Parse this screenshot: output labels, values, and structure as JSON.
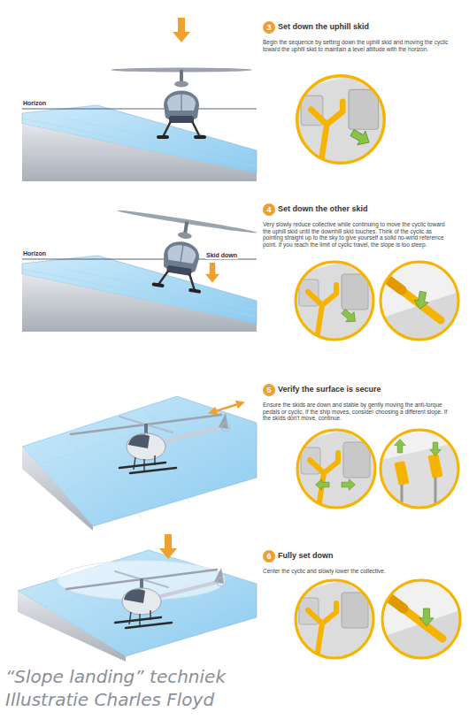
{
  "diagram": {
    "caption": "“Slope landing” techniek Illustratie Charles Floyd",
    "nodes": [
      {
        "text": [
          "3"
        ]
      },
      {
        "text": [
          "4"
        ]
      },
      {
        "text": [
          "5"
        ]
      },
      {
        "text": [
          "6"
        ]
      }
    ],
    "labels": [
      "Set down the uphill skid",
      "Begin the sequence by setting down the uphill skid and moving the cyclic toward the uphill skid to maintain a level attitude with the horizon.",
      "Horizon",
      "Set down the other skid",
      "Very slowly reduce collective while continuing to move the cyclic toward the uphill skid until the downhill skid touches. Think of the cyclic as pointing straight up to the sky to give yourself a solid no-wind reference point. If you reach the limit of cyclic travel, the slope is too steep.",
      "Skid down",
      "Horizon",
      "Verify the surface is secure",
      "Ensure the skids are down and stable by gently moving the anti-torque pedals or cyclic. If the ship moves, consider choosing a different slope. If the skids don't move, continue.",
      "Fully set down",
      "Center the cyclic and slowly lower the collective."
    ]
  }
}
